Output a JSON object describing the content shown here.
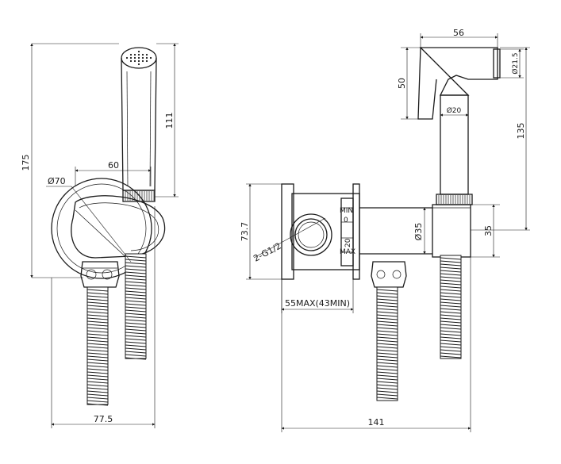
{
  "front_view": {
    "dims": {
      "height_total": "175",
      "handshower_length": "111",
      "arm_reach": "60",
      "flange_diameter": "Ø70",
      "overall_width": "77.5"
    }
  },
  "side_view": {
    "dims": {
      "handle_width": "56",
      "handle_height": "50",
      "outlet_diameter": "Ø21.5",
      "stem_diameter": "Ø20",
      "stem_height": "135",
      "body_diameter": "Ø35",
      "body_height": "35",
      "plate_size": "73.7",
      "thread": "2-G1/2",
      "wall_depth": "55MAX(43MIN)",
      "overall_length": "141",
      "min_mark": "MIN",
      "max_mark": "MAX",
      "scale_top": "0",
      "scale_bottom": "20"
    }
  }
}
